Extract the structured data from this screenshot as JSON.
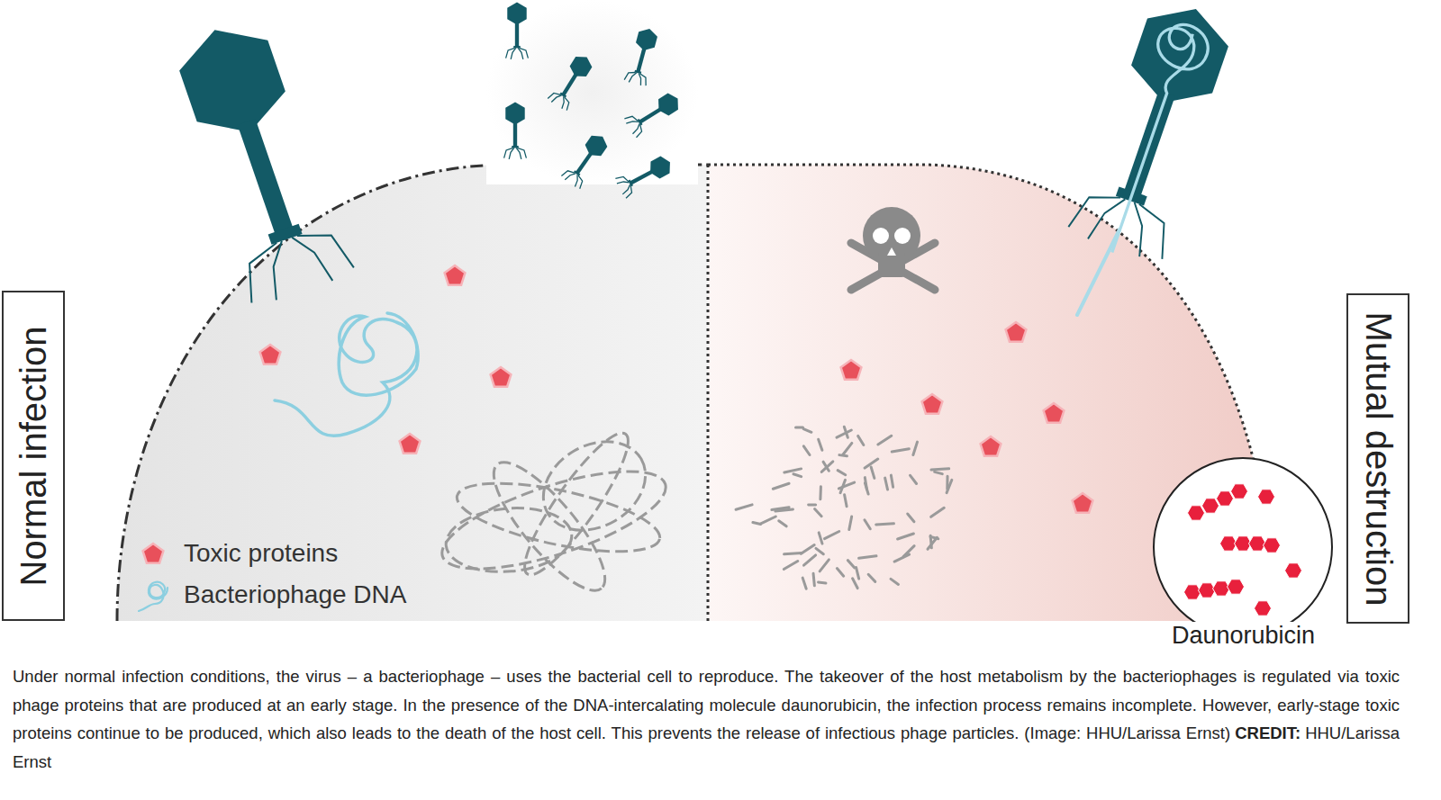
{
  "diagram": {
    "caption": "Under normal infection conditions, the virus – a bacteriophage – uses the bacterial cell to reproduce. The takeover of the host metabolism by the bacteriophages is regulated via toxic phage proteins that are produced at an early stage. In the presence of the DNA-intercalating molecule daunorubicin, the infection process remains incomplete. However, early-stage toxic proteins continue to be produced, which also leads to the death of the host cell. This prevents the release of infectious phage particles. (Image: HHU/Larissa Ernst)",
    "nodes": [
      {
        "text": [
          "Normal infection"
        ]
      },
      {
        "text": [
          "Mutual destruction"
        ]
      },
      {
        "text": [
          "Daunorubicin"
        ]
      }
    ],
    "labels": [
      "CREDIT:",
      "HHU/Larissa Ernst"
    ],
    "legend": [
      {
        "text": "Toxic proteins"
      },
      {
        "text": "Bacteriophage DNA"
      }
    ]
  }
}
